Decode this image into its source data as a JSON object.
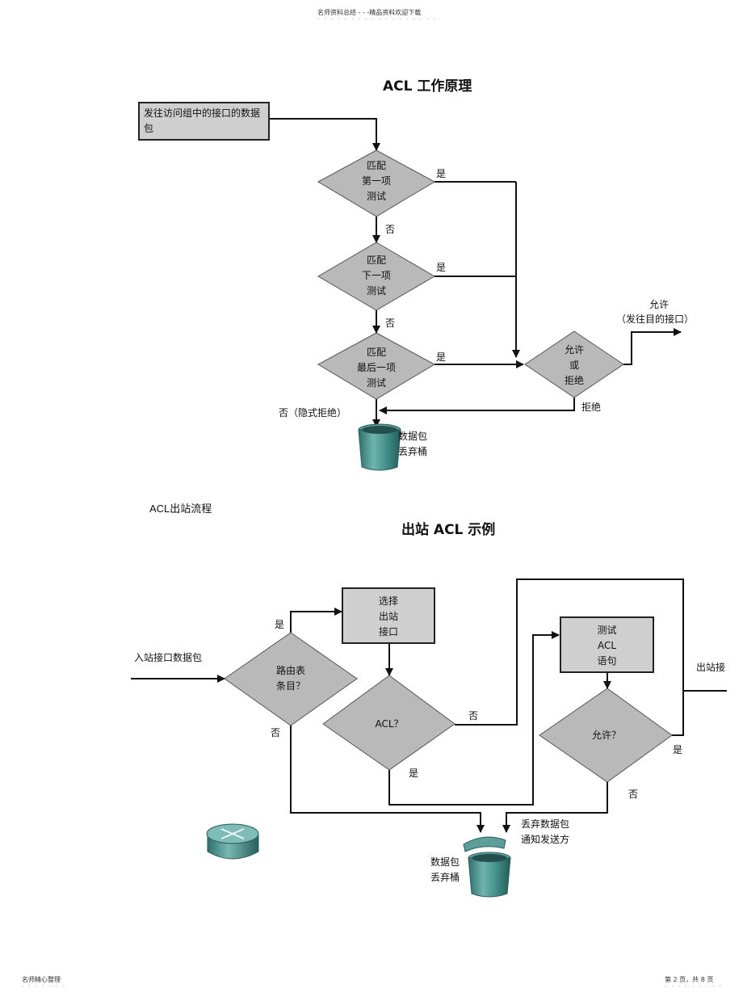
{
  "page_header": {
    "text": "名师资料总结 - - -精品资料欢迎下载",
    "dots": "· · · · · · · · · · · · · · · · · ·"
  },
  "diagram1": {
    "title": "ACL 工作原理",
    "start_box": "发往访问组中的接口的数据包",
    "d1": {
      "l1": "匹配",
      "l2": "第一项",
      "l3": "测试"
    },
    "d2": {
      "l1": "匹配",
      "l2": "下一项",
      "l3": "测试"
    },
    "d3": {
      "l1": "匹配",
      "l2": "最后一项",
      "l3": "测试"
    },
    "d4": {
      "l1": "允许",
      "l2": "或",
      "l3": "拒绝"
    },
    "yes1": "是",
    "yes2": "是",
    "yes3": "是",
    "no1": "否",
    "no2": "否",
    "implicit_deny": "否（隐式拒绝）",
    "permit_l1": "允许",
    "permit_l2": "（发往目的接口）",
    "deny": "拒绝",
    "bucket_l1": "数据包",
    "bucket_l2": "丢弃桶"
  },
  "caption": "ACL出站流程",
  "diagram2": {
    "title": "出站 ACL 示例",
    "inbound": "入站接口数据包",
    "route": {
      "l1": "路由表",
      "l2": "条目？"
    },
    "select": {
      "l1": "选择",
      "l2": "出站",
      "l3": "接口"
    },
    "acl_q": "ACL？",
    "test": {
      "l1": "测试",
      "l2": "ACL",
      "l3": "语句"
    },
    "permit_q": "允许？",
    "yes_route": "是",
    "no_route": "否",
    "no_acl": "否",
    "yes_acl": "是",
    "yes_permit": "是",
    "no_permit": "否",
    "outbound": "出站接",
    "discard_l1": "丢弃数据包",
    "discard_l2": "通知发送方",
    "bucket_l1": "数据包",
    "bucket_l2": "丢弃桶"
  },
  "footer": {
    "left": "名师精心整理",
    "left_dots": "· · · · · · ·",
    "right": "第 2 页，共 8 页",
    "right_dots": "· · · · · · · · ·"
  },
  "colors": {
    "shape_fill": "#b9b9b9",
    "box_fill": "#cfcfcf",
    "line": "#111111",
    "bucket": "#3f8a86"
  }
}
